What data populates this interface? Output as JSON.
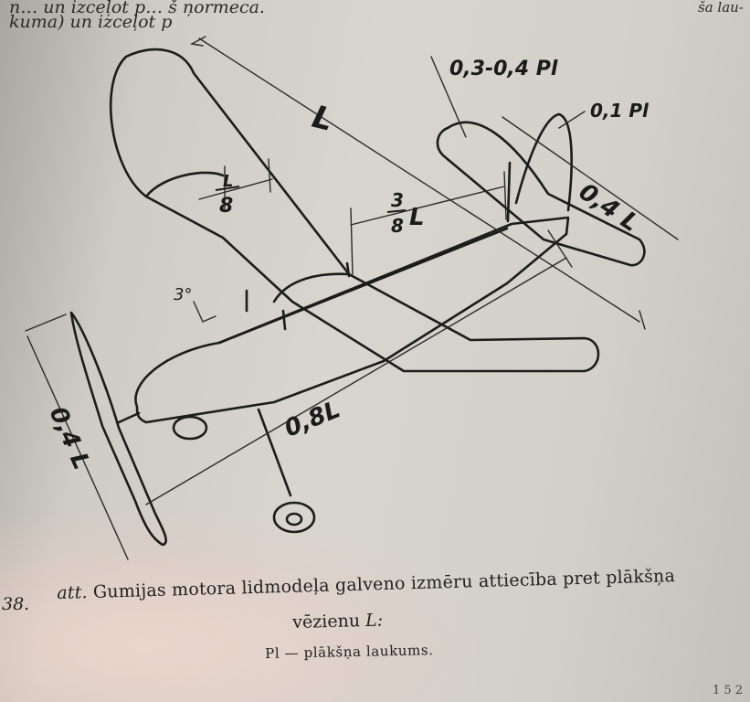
{
  "top_text": {
    "line1": "n… un izceļot p… š ņormeca.",
    "line2": "kuma) un izceļot p",
    "line3": "ša lau-"
  },
  "figure_labels": {
    "wingspan": "L",
    "wing_chord": "L",
    "wing_chord_denominator": "8",
    "wing_position_numerator": "3",
    "wing_position_denominator": "8",
    "wing_position_unit": "L",
    "stabilizer_area": "0,3-0,4 Pl",
    "fin_area": "0,1 Pl",
    "stabilizer_span": "0,4 L",
    "fuselage_length": "0,8L",
    "propeller_diameter": "0,4 L",
    "incidence_angle": "3°"
  },
  "caption": {
    "number": "38.",
    "att": "att.",
    "text": "Gumijas motora lidmodeļa galveno izmēru attiecība pret plākšņa",
    "line2": "vēzienu",
    "line2_symbol": "L:",
    "line3": "Pl — plākšņa laukums."
  },
  "corner_text": "1 5 2"
}
